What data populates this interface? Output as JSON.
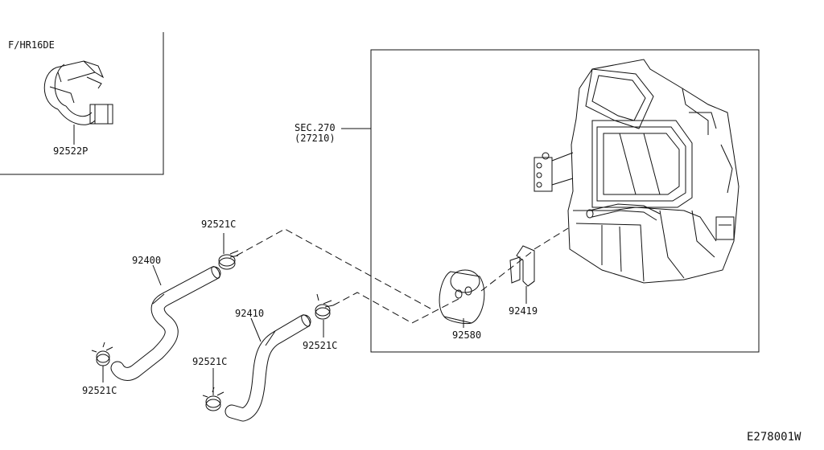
{
  "diagram_id": "E278001W",
  "inset": {
    "title": "F/HR16DE",
    "part": "92522P"
  },
  "callouts": {
    "sec_ref": "SEC.270",
    "sec_sub": "(27210)",
    "hose_upper": "92400",
    "hose_lower": "92410",
    "clamp_top": "92521C",
    "clamp_mid": "92521C",
    "clamp_left": "92521C",
    "clamp_bottom": "92521C",
    "grommet": "92580",
    "bracket": "92419"
  }
}
